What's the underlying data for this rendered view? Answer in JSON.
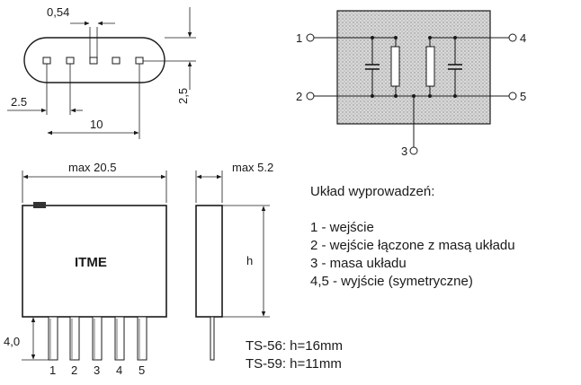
{
  "dimensions": {
    "pin_width": "0,54",
    "height_top": "2,5",
    "pitch": "2.5",
    "span": "10",
    "body_width": "max 20.5",
    "body_depth": "max 5.2",
    "body_height": "h",
    "pin_length": "4,0"
  },
  "body_label": "ITME",
  "front_pins": [
    "1",
    "2",
    "3",
    "4",
    "5"
  ],
  "schematic_terminals": [
    "1",
    "2",
    "3",
    "4",
    "5"
  ],
  "legend": {
    "title": "Układ wyprowadzeń:",
    "items": [
      "1 - wejście",
      "2 - wejście łączone z masą układu",
      "3 - masa układu",
      "4,5 - wyjście (symetryczne)"
    ]
  },
  "types": [
    "TS-56: h=16mm",
    "TS-59: h=11mm"
  ]
}
